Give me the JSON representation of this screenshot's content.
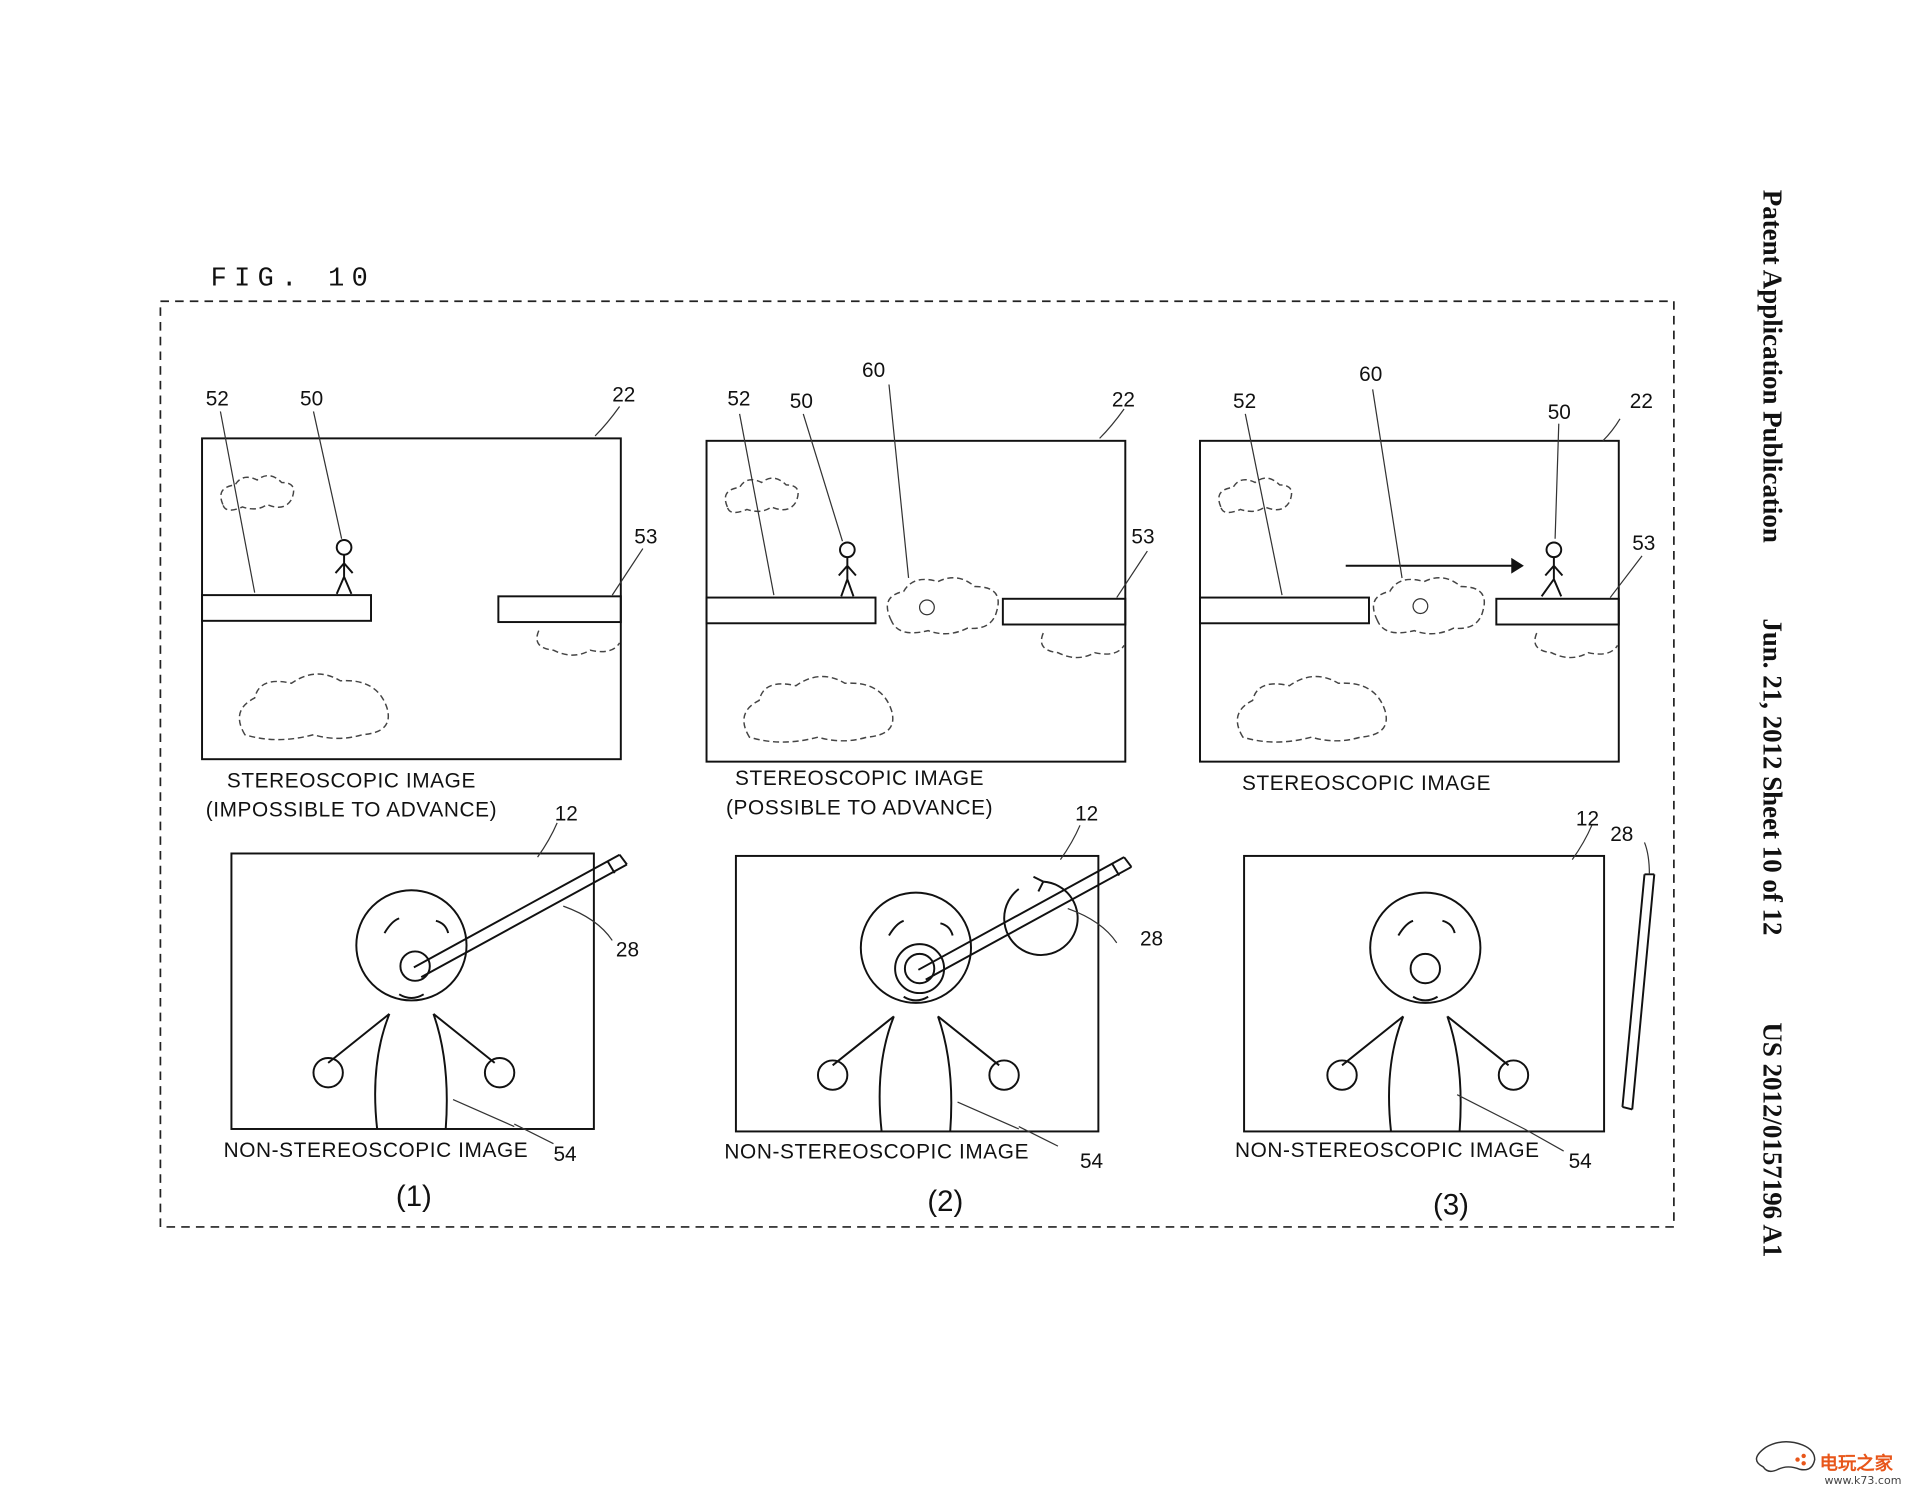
{
  "figure_title": "FIG. 10",
  "header": {
    "publication": "Patent Application Publication",
    "date_sheet": "Jun. 21, 2012  Sheet 10 of 12",
    "number": "US 2012/0157196 A1"
  },
  "panels": [
    {
      "index_label": "(1)",
      "top_caption": [
        "STEREOSCOPIC IMAGE",
        "(IMPOSSIBLE TO ADVANCE)"
      ],
      "bottom_caption": "NON-STEREOSCOPIC IMAGE",
      "refs": {
        "r52": "52",
        "r50": "50",
        "r22": "22",
        "r53": "53",
        "r12": "12",
        "r28": "28",
        "r54": "54"
      }
    },
    {
      "index_label": "(2)",
      "top_caption": [
        "STEREOSCOPIC IMAGE",
        "(POSSIBLE TO ADVANCE)"
      ],
      "bottom_caption": "NON-STEREOSCOPIC IMAGE",
      "refs": {
        "r52": "52",
        "r50": "50",
        "r60": "60",
        "r22": "22",
        "r53": "53",
        "r12": "12",
        "r28": "28",
        "r54": "54"
      }
    },
    {
      "index_label": "(3)",
      "top_caption": [
        "STEREOSCOPIC IMAGE"
      ],
      "bottom_caption": "NON-STEREOSCOPIC IMAGE",
      "refs": {
        "r52": "52",
        "r60": "60",
        "r50": "50",
        "r22": "22",
        "r53": "53",
        "r12": "12",
        "r28": "28",
        "r54": "54"
      }
    }
  ],
  "watermark": {
    "name": "电玩之家",
    "url": "www.k73.com"
  }
}
